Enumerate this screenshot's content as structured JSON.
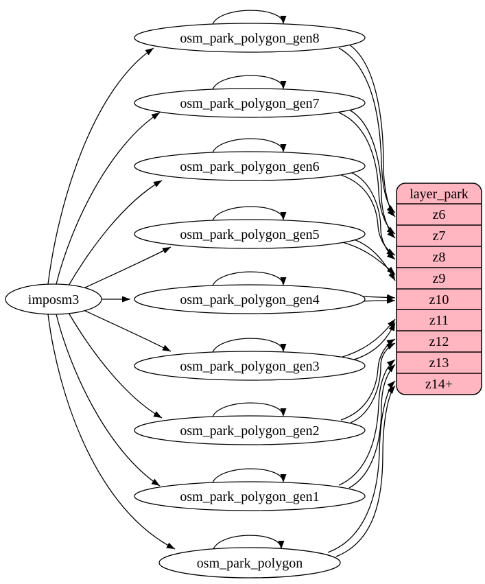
{
  "diagram": {
    "type": "etl-graph",
    "nodes": {
      "source": "imposm3",
      "tables": [
        "osm_park_polygon_gen8",
        "osm_park_polygon_gen7",
        "osm_park_polygon_gen6",
        "osm_park_polygon_gen5",
        "osm_park_polygon_gen4",
        "osm_park_polygon_gen3",
        "osm_park_polygon_gen2",
        "osm_park_polygon_gen1",
        "osm_park_polygon"
      ]
    },
    "layer": {
      "title": "layer_park",
      "rows": [
        "z6",
        "z7",
        "z8",
        "z9",
        "z10",
        "z11",
        "z12",
        "z13",
        "z14+"
      ]
    },
    "colors": {
      "layer_fill": "#ffb6c1",
      "node_fill": "#ffffff",
      "edge": "#000000",
      "background": "#ffffff"
    },
    "edges": {
      "from_source": [
        "osm_park_polygon_gen8",
        "osm_park_polygon_gen7",
        "osm_park_polygon_gen6",
        "osm_park_polygon_gen5",
        "osm_park_polygon_gen4",
        "osm_park_polygon_gen3",
        "osm_park_polygon_gen2",
        "osm_park_polygon_gen1",
        "osm_park_polygon"
      ],
      "self_loops": [
        "osm_park_polygon_gen8",
        "osm_park_polygon_gen7",
        "osm_park_polygon_gen6",
        "osm_park_polygon_gen5",
        "osm_park_polygon_gen4",
        "osm_park_polygon_gen3",
        "osm_park_polygon_gen2",
        "osm_park_polygon_gen1",
        "osm_park_polygon"
      ],
      "to_layer": [
        {
          "from": "osm_park_polygon_gen8",
          "to": "z6",
          "arrows": 2
        },
        {
          "from": "osm_park_polygon_gen7",
          "to": "z7",
          "arrows": 2
        },
        {
          "from": "osm_park_polygon_gen6",
          "to": "z8",
          "arrows": 2
        },
        {
          "from": "osm_park_polygon_gen5",
          "to": "z9",
          "arrows": 2
        },
        {
          "from": "osm_park_polygon_gen4",
          "to": "z10",
          "arrows": 2
        },
        {
          "from": "osm_park_polygon_gen3",
          "to": "z11",
          "arrows": 2
        },
        {
          "from": "osm_park_polygon_gen2",
          "to": "z12",
          "arrows": 2
        },
        {
          "from": "osm_park_polygon_gen1",
          "to": "z13",
          "arrows": 2
        },
        {
          "from": "osm_park_polygon",
          "to": "z14+",
          "arrows": 2
        }
      ]
    }
  }
}
